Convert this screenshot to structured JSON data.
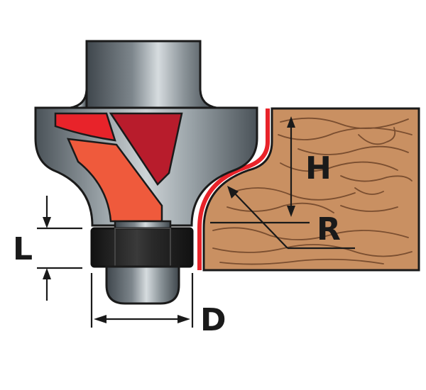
{
  "labels": {
    "height": "H",
    "radius": "R",
    "bearing_length": "L",
    "diameter": "D"
  },
  "colors": {
    "outline": "#1a1a1a",
    "steel_dark": "#4a5258",
    "steel_light": "#c9d0d4",
    "carbide_red": "#e8232a",
    "carbide_dark_red": "#b81c2c",
    "carbide_orange": "#ef5a3c",
    "wood": "#c99062",
    "wood_grain": "#7a4e30",
    "profile_line": "#e8232a"
  },
  "icons": {
    "bit": "router-bit-icon",
    "workpiece": "wood-workpiece-icon"
  }
}
